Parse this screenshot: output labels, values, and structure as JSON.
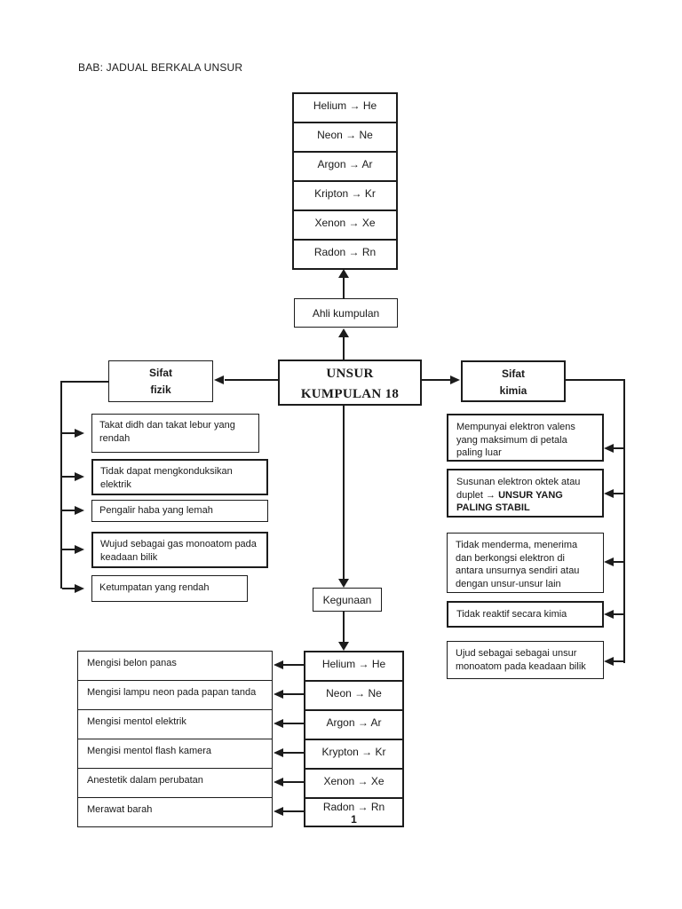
{
  "title": "BAB: JADUAL BERKALA UNSUR",
  "center_node": {
    "line1": "UNSUR",
    "line2": "KUMPULAN 18"
  },
  "member_label": "Ahli kumpulan",
  "usage_label": "Kegunaan",
  "members": [
    "Helium → He",
    "Neon → Ne",
    "Argon → Ar",
    "Kripton → Kr",
    "Xenon → Xe",
    "Radon → Rn"
  ],
  "physical": {
    "heading": {
      "line1": "Sifat",
      "line2": "fizik"
    },
    "items": [
      "Takat didh dan takat lebur yang rendah",
      "Tidak dapat mengkonduksikan elektrik",
      "Pengalir haba yang lemah",
      "Wujud sebagai gas monoatom pada keadaan bilik",
      "Ketumpatan yang rendah"
    ]
  },
  "chemical": {
    "heading": {
      "line1": "Sifat",
      "line2": "kimia"
    },
    "items": [
      "Mempunyai elektron valens yang maksimum di petala paling luar",
      {
        "pre": "Susunan elektron oktek atau duplet → ",
        "bold": "UNSUR YANG PALING STABIL"
      },
      "Tidak menderma, menerima dan berkongsi elektron di antara unsurnya sendiri atau dengan unsur-unsur lain",
      "Tidak reaktif secara kimia",
      "Ujud sebagai sebagai unsur monoatom  pada keadaan bilik"
    ]
  },
  "usage_elements": [
    "Helium → He",
    "Neon → Ne",
    "Argon → Ar",
    "Krypton → Kr",
    "Xenon → Xe",
    "Radon → Rn"
  ],
  "uses": [
    "Mengisi belon panas",
    "Mengisi lampu neon pada papan tanda",
    "Mengisi mentol elektrik",
    "Mengisi mentol flash kamera",
    "Anestetik  dalam perubatan",
    "Merawat barah"
  ],
  "page_number": "1",
  "colors": {
    "ink": "#1c1c1c",
    "paper": "#ffffff"
  }
}
